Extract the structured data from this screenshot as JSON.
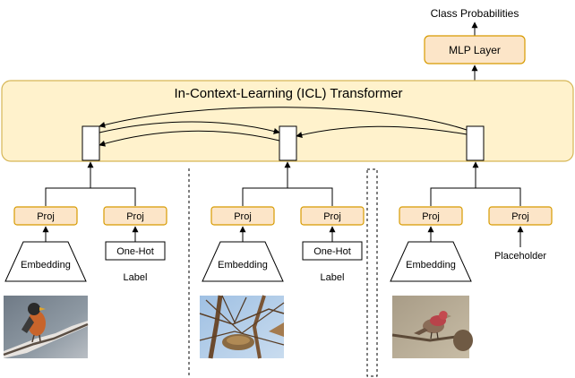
{
  "output": {
    "class_probabilities": "Class Probabilities",
    "mlp_layer": "MLP Layer"
  },
  "transformer": {
    "title": "In-Context-Learning (ICL) Transformer"
  },
  "columns": [
    {
      "left_proj": "Proj",
      "right_proj": "Proj",
      "embedding": "Embedding",
      "onehot": "One-Hot",
      "label": "Label",
      "image_subject": "robin-photo"
    },
    {
      "left_proj": "Proj",
      "right_proj": "Proj",
      "embedding": "Embedding",
      "onehot": "One-Hot",
      "label": "Label",
      "image_subject": "tree-nest-photo"
    },
    {
      "left_proj": "Proj",
      "right_proj": "Proj",
      "embedding": "Embedding",
      "placeholder": "Placeholder",
      "image_subject": "finch-photo"
    }
  ],
  "colors": {
    "proj_fill": "#fce5c8",
    "proj_stroke": "#d79b00",
    "transformer_fill": "#fff2cc",
    "transformer_stroke": "#d6b656"
  }
}
